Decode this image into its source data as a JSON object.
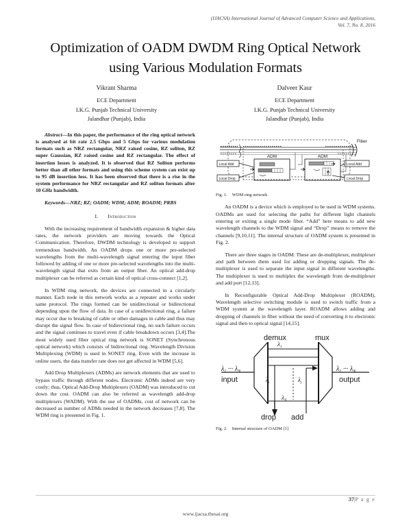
{
  "header": {
    "line1": "(IJACSA) International Journal of Advanced Computer Science and Applications,",
    "line2": "Vol. 7, No. 8, 2016"
  },
  "title": "Optimization of OADM DWDM Ring Optical Network using Various Modulation Formats",
  "authors": [
    {
      "name": "Vikrant Sharma",
      "department": "ECE Department",
      "university": "I.K.G. Punjab Technical University",
      "location": "Jalandhar (Punjab), India"
    },
    {
      "name": "Dalveer Kaur",
      "department": "ECE Department",
      "university": "I.K.G. Punjab Technical University",
      "location": "Jalandhar (Punjab), India"
    }
  ],
  "abstract": {
    "lead": "Abstract—",
    "text": "In this paper, the performance of the ring optical network is analysed at bit rate 2.5 Gbps and 5 Gbps for various modulation formats such as NRZ rectangular, NRZ raised cosine, RZ soliton, RZ super Gaussian, RZ raised cosine and RZ rectangular. The effect of insertion losses is analyzed. It is observed that RZ Soliton performs better than all other formats and using this scheme system can exist up to 95 dB insertion loss. It has been observed that there is a rise in the system performance for NRZ rectangular and RZ soliton formats after 10 GHz bandwidth."
  },
  "keywords": {
    "lead": "Keywords—",
    "text": "NRZ; RZ; OADM; WDM; ADM; ROADM; PRBS"
  },
  "sections": [
    {
      "number": "I.",
      "heading": "Introduction",
      "paragraphs": [
        "With the increasing requirement of bandwidth expansion & higher data rates, the network providers are moving towards the Optical Communication. Therefore, DWDM technology is developed to support tremendous bandwidth. An OADM drops one or more pre-selected wavelengths from the multi-wavelength signal entering the input fiber followed by adding of one or more pre-selected wavelengths into the multi-wavelength signal that exits from an output fiber. An optical add-drop multiplexer can be referred as certain kind of optical cross-connect [1,2].",
        "In WDM ring network, the devices are connected in a circularly manner. Each node in this network works as a repeater and works under same protocol.  The rings formed can be unidirectional or bidirectional depending upon the flow of data.  In case of a unidirectional ring, a failure may occur due to breaking of cable or other damages in cable and thus may disrupt the signal flow. In case of bidirectional ring, no such failure occurs and the signal continues to travel even if cable breakdown occurs [3,4].The most widely used fiber optical ring network is SONET (Synchronous optical network) which consists of bidirectional ring .Wavelength Division Multiplexing (WDM) is used in SONET ring. Even with the increase in online users, the data transfer rate does not get affected in WDM [5,6].",
        "Add Drop Multiplexers (ADMs) are network elements that are used to bypass traffic through different nodes.  Electronic ADMs indeed are very costly; thus, Optical Add-Drop Multiplexers (OADM) was introduced to cut down the cost. OADM can also be referred as  wavelength add-drop multiplexers (WADM). With the use of OADMs, cost of network can be decreased as number of ADMs needed in the network decreases [7,8]. The WDM ring is presented in Fig. 1."
      ]
    }
  ],
  "right_column": {
    "paragraphs": [
      "An OADM is a device which is employed to be used in WDM systems. OADMs are used for selecting the paths for different light channels entering or exiting a single mode fiber. “Add” here means to add new wavelength channels to the WDM signal and “Drop” means to remove the channels [9,10,11]. The internal structure of OADM system is presented in Fig. 2.",
      "There are three stages in OADM. These are de-multiplexer, multiplexer and path between them used for adding or dropping signals. The de-multiplexer is used to separate the input signal in different wavelengths. The multiplexer is used to multiplex the wavelength from de-multiplexer and add port [12,13].",
      "In Reconfigurable Optical Add-Drop Multiplexer (ROADM), Wavelength selective switching module is used to switch traffic from a WDM system at the wavelength layer. ROADM allows adding and dropping of channels in fiber without the need of converting it to electronic signal and then to optical signal [14,15]."
    ]
  },
  "figures": [
    {
      "label": "Fig. 1.",
      "caption": "WDM ring network",
      "diagram_labels": {
        "adm_left": "ADM",
        "adm_right": "ADM",
        "fiber": "Fiber",
        "local_add_left": "Local Add",
        "local_drop_left": "Local Drop",
        "local_add_right": "Local Add",
        "local_drop_right": "Local Drop"
      }
    },
    {
      "label": "Fig. 2.",
      "caption": "Internal structure of OADM [1]",
      "diagram_labels": {
        "demux": "demux",
        "mux": "mux",
        "input": "input",
        "output": "output",
        "drop": "drop",
        "add": "add",
        "lambda_top": "λ",
        "lambda_in": "λ₁ ··· λₙ",
        "lambda_out": "λ₁ ··· λₙ",
        "lambda_drop": "λᵢ",
        "lambda_add": "λⱼ",
        "lambda_bottom": "λₙ"
      }
    }
  ],
  "footer": {
    "page_number": "37",
    "page_word": "P a g e",
    "separator": "|",
    "website": "www.ijacsa.thesai.org"
  }
}
